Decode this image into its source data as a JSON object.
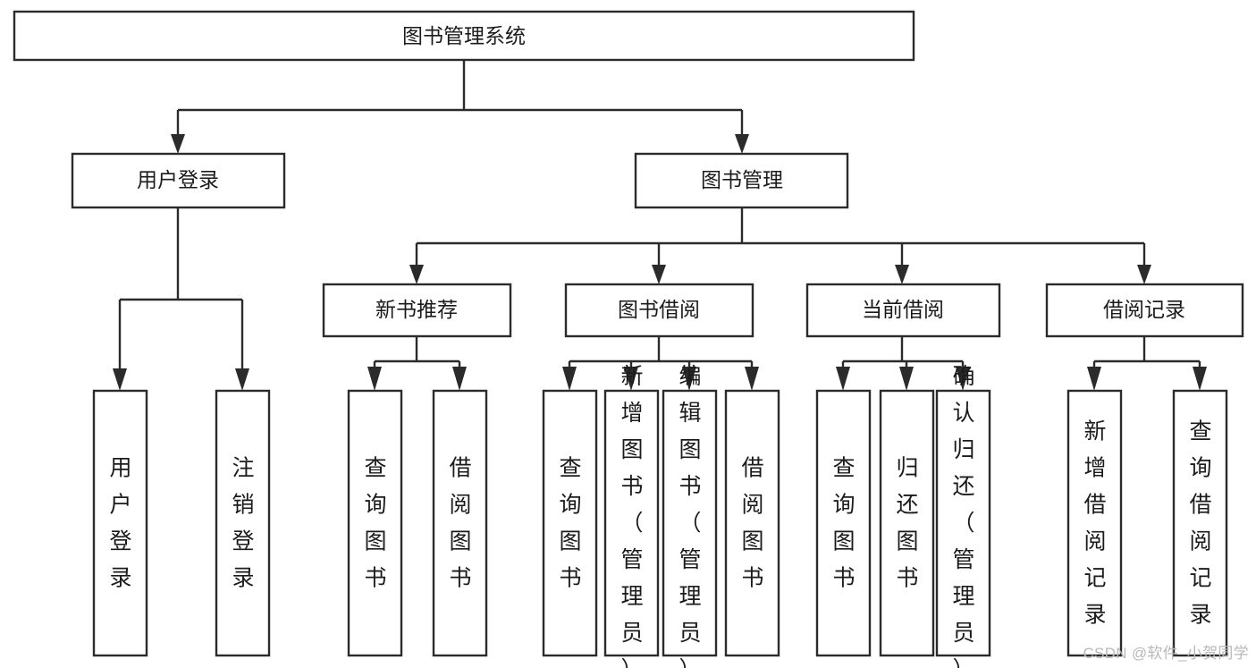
{
  "diagram": {
    "type": "tree-hierarchy-chart",
    "title": "图书管理系统",
    "orientation": "top-down",
    "colors": {
      "box_stroke": "#2b2b2b",
      "box_fill": "#ffffff",
      "line": "#2b2b2b",
      "text": "#1b1b1b",
      "watermark": "#b9b9b9",
      "background": "#ffffff"
    },
    "levels": {
      "root": {
        "label": "图书管理系统"
      },
      "level2": [
        {
          "id": "user-login",
          "label": "用户登录"
        },
        {
          "id": "book-manage",
          "label": "图书管理"
        }
      ],
      "level3": [
        {
          "id": "new-book-recommend",
          "label": "新书推荐",
          "parent": "book-manage"
        },
        {
          "id": "book-borrow",
          "label": "图书借阅",
          "parent": "book-manage"
        },
        {
          "id": "current-borrow",
          "label": "当前借阅",
          "parent": "book-manage"
        },
        {
          "id": "borrow-record",
          "label": "借阅记录",
          "parent": "book-manage"
        }
      ],
      "leaves": [
        {
          "id": "leaf-user-login",
          "label": "用户登录",
          "parent": "user-login"
        },
        {
          "id": "leaf-user-logout",
          "label": "注销登录",
          "parent": "user-login"
        },
        {
          "id": "leaf-query-book-1",
          "label": "查询图书",
          "parent": "new-book-recommend"
        },
        {
          "id": "leaf-borrow-book-1",
          "label": "借阅图书",
          "parent": "new-book-recommend"
        },
        {
          "id": "leaf-query-book-2",
          "label": "查询图书",
          "parent": "book-borrow"
        },
        {
          "id": "leaf-add-book",
          "label": "新增图书（管理员）",
          "parent": "book-borrow"
        },
        {
          "id": "leaf-edit-book",
          "label": "编辑图书（管理员）",
          "parent": "book-borrow"
        },
        {
          "id": "leaf-borrow-book-2",
          "label": "借阅图书",
          "parent": "book-borrow"
        },
        {
          "id": "leaf-query-book-3",
          "label": "查询图书",
          "parent": "current-borrow"
        },
        {
          "id": "leaf-return-book",
          "label": "归还图书",
          "parent": "current-borrow"
        },
        {
          "id": "leaf-confirm-return",
          "label": "确认归还（管理员）",
          "parent": "current-borrow"
        },
        {
          "id": "leaf-add-record",
          "label": "新增借阅记录",
          "parent": "borrow-record"
        },
        {
          "id": "leaf-query-record",
          "label": "查询借阅记录",
          "parent": "borrow-record"
        }
      ]
    }
  },
  "watermark": {
    "text": "CSDN @软件_小贺同学"
  }
}
